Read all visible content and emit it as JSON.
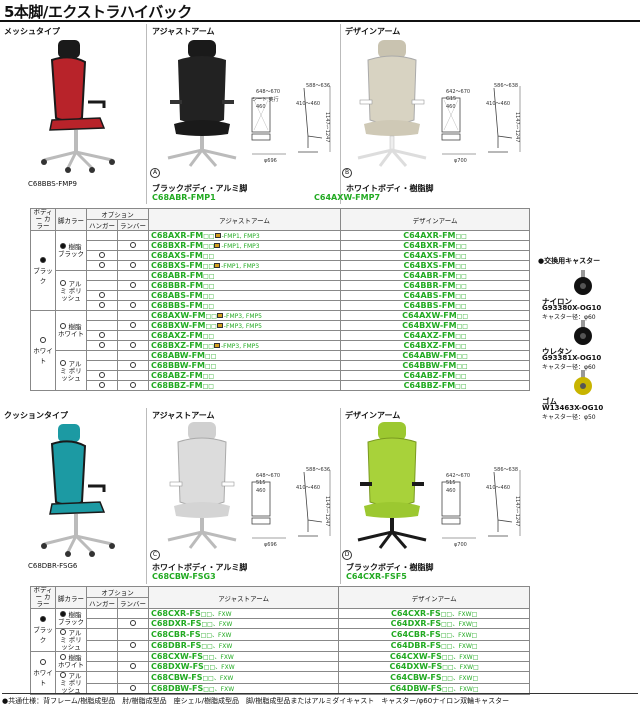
{
  "title": "5本脚/エクストラハイバック",
  "mesh": {
    "section": "メッシュタイプ",
    "side_caption": "C68BBS-FMP9",
    "arm_header": "アジャストアーム",
    "design_header": "デザインアーム",
    "arm_chair": {
      "marker": "A",
      "caption": "ブラックボディ・アルミ脚",
      "model": "C68ABR-FMP1",
      "dims": [
        "648〜670",
        "シート 奥行",
        "460",
        "588〜636",
        "410〜460",
        "1147〜1247",
        "φ696"
      ]
    },
    "design_chair": {
      "marker": "B",
      "caption": "ホワイトボディ・樹脂脚",
      "model": "C64AXW-FMP7",
      "dims": [
        "642〜670",
        "G15",
        "460",
        "586〜638",
        "410〜460",
        "1147〜1247",
        "φ700"
      ]
    }
  },
  "cushion": {
    "section": "クッションタイプ",
    "side_caption": "C68DBR-FSG6",
    "arm_header": "アジャストアーム",
    "design_header": "デザインアーム",
    "arm_chair": {
      "marker": "C",
      "caption": "ホワイトボディ・アルミ脚",
      "model": "C68CBW-FSG3",
      "dims": [
        "648〜670",
        "515",
        "460",
        "588〜636",
        "410〜460",
        "1147〜1247",
        "φ696"
      ]
    },
    "design_chair": {
      "marker": "D",
      "caption": "ブラックボディ・樹脂脚",
      "model": "C64CXR-FSF5",
      "dims": [
        "642〜670",
        "515",
        "460",
        "586〜638",
        "410〜460",
        "1147〜1247",
        "φ700"
      ]
    }
  },
  "table_headers": {
    "body_color": "ボディー カラー",
    "leg_color": "脚カラー",
    "option": "オプション",
    "hanger": "ハンガー",
    "lumbar": "ランバー",
    "adjust_arm": "アジャストアーム",
    "design_arm": "デザインアーム"
  },
  "mesh_table": {
    "groups": [
      {
        "body": "ブラック",
        "body_dot": "filled",
        "legs": [
          {
            "leg": "樹脂 ブラック",
            "leg_dot": "filled",
            "rows": [
              {
                "hanger": false,
                "lumbar": false,
                "arm": "C68AXR-FM",
                "arm_sfx": "-FMP1, FMP3",
                "arm_swatch": true,
                "design": "C64AXR-FM"
              },
              {
                "hanger": false,
                "lumbar": true,
                "arm": "C68BXR-FM",
                "arm_sfx": "-FMP1, FMP3",
                "arm_swatch": true,
                "design": "C64BXR-FM"
              },
              {
                "hanger": true,
                "lumbar": false,
                "arm": "C68AXS-FM",
                "arm_sfx": "",
                "arm_swatch": false,
                "design": "C64AXS-FM"
              },
              {
                "hanger": true,
                "lumbar": true,
                "arm": "C68BXS-FM",
                "arm_sfx": "-FMP1, FMP3",
                "arm_swatch": true,
                "design": "C64BXS-FM"
              }
            ]
          },
          {
            "leg": "アルミ ポリッシュ",
            "leg_dot": "ring",
            "rows": [
              {
                "hanger": false,
                "lumbar": false,
                "arm": "C68ABR-FM",
                "arm_sfx": "",
                "arm_swatch": false,
                "design": "C64ABR-FM"
              },
              {
                "hanger": false,
                "lumbar": true,
                "arm": "C68BBR-FM",
                "arm_sfx": "",
                "arm_swatch": false,
                "design": "C64BBR-FM"
              },
              {
                "hanger": true,
                "lumbar": false,
                "arm": "C68ABS-FM",
                "arm_sfx": "",
                "arm_swatch": false,
                "design": "C64ABS-FM"
              },
              {
                "hanger": true,
                "lumbar": true,
                "arm": "C68BBS-FM",
                "arm_sfx": "",
                "arm_swatch": false,
                "design": "C64BBS-FM"
              }
            ]
          }
        ]
      },
      {
        "body": "ホワイト",
        "body_dot": "ring",
        "legs": [
          {
            "leg": "樹脂 ホワイト",
            "leg_dot": "ring",
            "rows": [
              {
                "hanger": false,
                "lumbar": false,
                "arm": "C68AXW-FM",
                "arm_sfx": "-FMP3, FMP5",
                "arm_swatch": true,
                "design": "C64AXW-FM"
              },
              {
                "hanger": false,
                "lumbar": true,
                "arm": "C68BXW-FM",
                "arm_sfx": "-FMP3, FMP5",
                "arm_swatch": true,
                "design": "C64BXW-FM"
              },
              {
                "hanger": true,
                "lumbar": false,
                "arm": "C68AXZ-FM",
                "arm_sfx": "",
                "arm_swatch": false,
                "design": "C64AXZ-FM"
              },
              {
                "hanger": true,
                "lumbar": true,
                "arm": "C68BXZ-FM",
                "arm_sfx": "-FMP3, FMP5",
                "arm_swatch": true,
                "design": "C64BXZ-FM"
              }
            ]
          },
          {
            "leg": "アルミ ポリッシュ",
            "leg_dot": "ring",
            "rows": [
              {
                "hanger": false,
                "lumbar": false,
                "arm": "C68ABW-FM",
                "arm_sfx": "",
                "arm_swatch": false,
                "design": "C64ABW-FM"
              },
              {
                "hanger": false,
                "lumbar": true,
                "arm": "C68BBW-FM",
                "arm_sfx": "",
                "arm_swatch": false,
                "design": "C64BBW-FM"
              },
              {
                "hanger": true,
                "lumbar": false,
                "arm": "C68ABZ-FM",
                "arm_sfx": "",
                "arm_swatch": false,
                "design": "C64ABZ-FM"
              },
              {
                "hanger": true,
                "lumbar": true,
                "arm": "C68BBZ-FM",
                "arm_sfx": "",
                "arm_swatch": false,
                "design": "C64BBZ-FM"
              }
            ]
          }
        ]
      }
    ]
  },
  "cushion_table": {
    "groups": [
      {
        "body": "ブラック",
        "body_dot": "filled",
        "legs": [
          {
            "leg": "樹脂 ブラック",
            "leg_dot": "filled",
            "rows": [
              {
                "hanger": false,
                "lumbar": false,
                "arm": "C68CXR-FS",
                "arm_sfx": "、FXW",
                "design": "C64CXR-FS",
                "design_sfx": "、FXW"
              },
              {
                "hanger": false,
                "lumbar": true,
                "arm": "C68DXR-FS",
                "arm_sfx": "、FXW",
                "design": "C64DXR-FS",
                "design_sfx": "、FXW"
              }
            ]
          },
          {
            "leg": "アルミ ポリッシュ",
            "leg_dot": "ring",
            "rows": [
              {
                "hanger": false,
                "lumbar": false,
                "arm": "C68CBR-FS",
                "arm_sfx": "、FXW",
                "design": "C64CBR-FS",
                "design_sfx": "、FXW"
              },
              {
                "hanger": false,
                "lumbar": true,
                "arm": "C68DBR-FS",
                "arm_sfx": "、FXW",
                "design": "C64DBR-FS",
                "design_sfx": "、FXW"
              }
            ]
          }
        ]
      },
      {
        "body": "ホワイト",
        "body_dot": "ring",
        "legs": [
          {
            "leg": "樹脂 ホワイト",
            "leg_dot": "ring",
            "rows": [
              {
                "hanger": false,
                "lumbar": false,
                "arm": "C68CXW-FS",
                "arm_sfx": "、FXW",
                "design": "C64CXW-FS",
                "design_sfx": "、FXW"
              },
              {
                "hanger": false,
                "lumbar": true,
                "arm": "C68DXW-FS",
                "arm_sfx": "、FXW",
                "design": "C64DXW-FS",
                "design_sfx": "、FXW"
              }
            ]
          },
          {
            "leg": "アルミ ポリッシュ",
            "leg_dot": "ring",
            "rows": [
              {
                "hanger": false,
                "lumbar": false,
                "arm": "C68CBW-FS",
                "arm_sfx": "、FXW",
                "design": "C64CBW-FS",
                "design_sfx": "、FXW"
              },
              {
                "hanger": false,
                "lumbar": true,
                "arm": "C68DBW-FS",
                "arm_sfx": "、FXW",
                "design": "C64DBW-FS",
                "design_sfx": "、FXW"
              }
            ]
          }
        ]
      }
    ]
  },
  "casters": {
    "title": "●交換用キャスター",
    "items": [
      {
        "name": "ナイロン",
        "code": "G93380X-OG10",
        "dia": "キャスター径：φ60"
      },
      {
        "name": "ウレタン",
        "code": "G93381X-OG10",
        "dia": "キャスター径：φ60"
      },
      {
        "name": "ゴム",
        "code": "W13463X-OG10",
        "dia": "キャスター径：φ50"
      }
    ]
  },
  "footer": "●共通仕様：背フレーム/樹脂成型品　肘/樹脂成型品　座シェル/樹脂成型品　脚/樹脂成型品またはアルミダイキャスト　キャスター/φ60ナイロン双輪キャスター",
  "colors": {
    "accent_green": "#22aa22",
    "mesh_red": "#b8232a",
    "black": "#1a1a1a",
    "beige": "#d8d3c2",
    "teal": "#1c9aa3",
    "grey": "#dcdcdc",
    "lime": "#a8d23a",
    "swatch": "#d4a020"
  }
}
